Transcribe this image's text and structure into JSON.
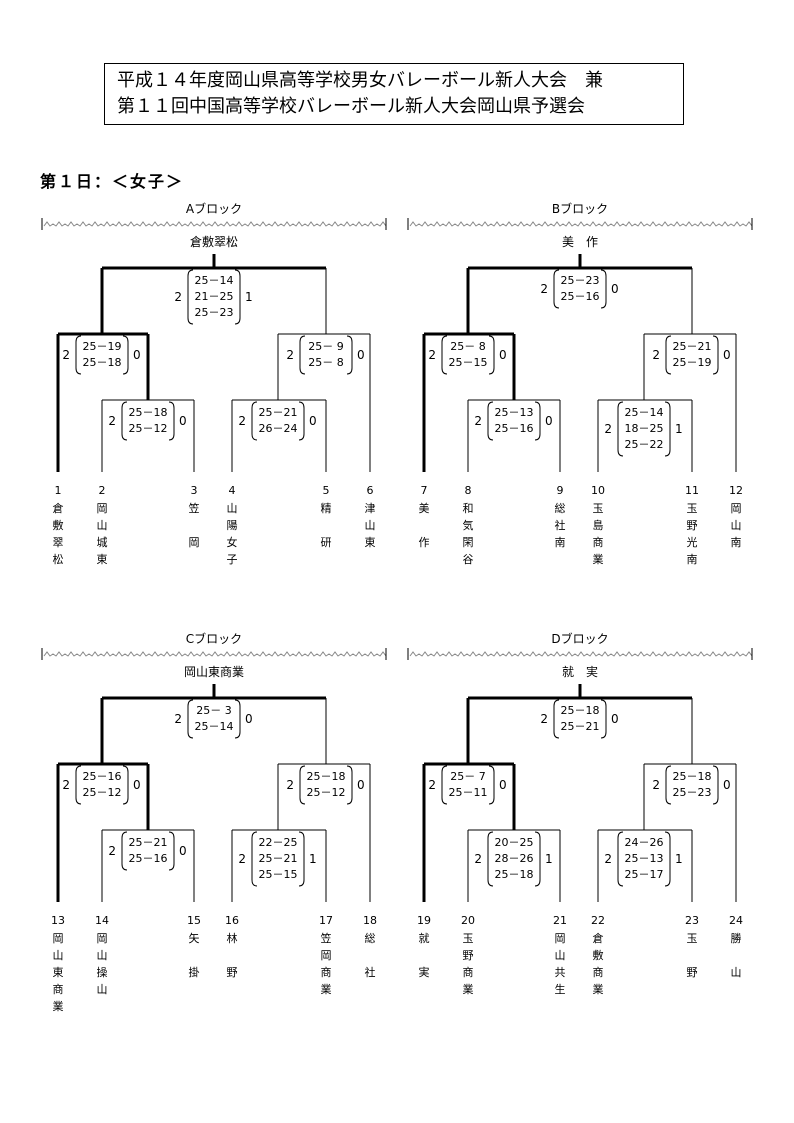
{
  "header": {
    "line1": "平成１４年度岡山県高等学校男女バレーボール新人大会　兼",
    "line2": "第１１回中国高等学校バレーボール新人大会岡山県予選会"
  },
  "day_label": "第１日：＜女子＞",
  "blocks": [
    {
      "name": "Aブロック",
      "winner": "倉敷翠松",
      "final": {
        "left": "2",
        "right": "1",
        "sets": [
          "25－14",
          "21－25",
          "25－23"
        ]
      },
      "semi_left": {
        "left": "2",
        "right": "0",
        "sets": [
          "25－19",
          "25－18"
        ]
      },
      "semi_right": {
        "left": "2",
        "right": "0",
        "sets": [
          "25－ 9",
          "25－ 8"
        ]
      },
      "qf_left": {
        "left": "2",
        "right": "0",
        "sets": [
          "25－18",
          "25－12"
        ]
      },
      "qf_right": {
        "left": "2",
        "right": "0",
        "sets": [
          "25－21",
          "26－24"
        ]
      },
      "teams": [
        {
          "num": "1",
          "chars": [
            "倉",
            "敷",
            "翠",
            "松"
          ]
        },
        {
          "num": "2",
          "chars": [
            "岡",
            "山",
            "城",
            "東"
          ]
        },
        {
          "num": "3",
          "chars": [
            "笠",
            "",
            "岡",
            ""
          ]
        },
        {
          "num": "4",
          "chars": [
            "山",
            "陽",
            "女",
            "子"
          ]
        },
        {
          "num": "5",
          "chars": [
            "精",
            "",
            "研",
            ""
          ]
        },
        {
          "num": "6",
          "chars": [
            "津",
            "山",
            "東",
            ""
          ]
        }
      ]
    },
    {
      "name": "Bブロック",
      "winner": "美　作",
      "final": {
        "left": "2",
        "right": "0",
        "sets": [
          "25－23",
          "25－16"
        ]
      },
      "semi_left": {
        "left": "2",
        "right": "0",
        "sets": [
          "25－ 8",
          "25－15"
        ]
      },
      "semi_right": {
        "left": "2",
        "right": "0",
        "sets": [
          "25－21",
          "25－19"
        ]
      },
      "qf_left": {
        "left": "2",
        "right": "0",
        "sets": [
          "25－13",
          "25－16"
        ]
      },
      "qf_right": {
        "left": "2",
        "right": "1",
        "sets": [
          "25－14",
          "18－25",
          "25－22"
        ]
      },
      "teams": [
        {
          "num": "7",
          "chars": [
            "美",
            "",
            "作",
            ""
          ]
        },
        {
          "num": "8",
          "chars": [
            "和",
            "気",
            "閑",
            "谷"
          ]
        },
        {
          "num": "9",
          "chars": [
            "総",
            "社",
            "南",
            ""
          ]
        },
        {
          "num": "10",
          "chars": [
            "玉",
            "島",
            "商",
            "業"
          ]
        },
        {
          "num": "11",
          "chars": [
            "玉",
            "野",
            "光",
            "南"
          ]
        },
        {
          "num": "12",
          "chars": [
            "岡",
            "山",
            "南",
            ""
          ]
        }
      ]
    },
    {
      "name": "Cブロック",
      "winner": "岡山東商業",
      "final": {
        "left": "2",
        "right": "0",
        "sets": [
          "25－ 3",
          "25－14"
        ]
      },
      "semi_left": {
        "left": "2",
        "right": "0",
        "sets": [
          "25－16",
          "25－12"
        ]
      },
      "semi_right": {
        "left": "2",
        "right": "0",
        "sets": [
          "25－18",
          "25－12"
        ]
      },
      "qf_left": {
        "left": "2",
        "right": "0",
        "sets": [
          "25－21",
          "25－16"
        ]
      },
      "qf_right": {
        "left": "2",
        "right": "1",
        "sets": [
          "22－25",
          "25－21",
          "25－15"
        ]
      },
      "teams": [
        {
          "num": "13",
          "chars": [
            "岡",
            "山",
            "東",
            "商",
            "業"
          ]
        },
        {
          "num": "14",
          "chars": [
            "岡",
            "山",
            "操",
            "山"
          ]
        },
        {
          "num": "15",
          "chars": [
            "矢",
            "",
            "掛",
            ""
          ]
        },
        {
          "num": "16",
          "chars": [
            "林",
            "",
            "野",
            ""
          ]
        },
        {
          "num": "17",
          "chars": [
            "笠",
            "岡",
            "商",
            "業"
          ]
        },
        {
          "num": "18",
          "chars": [
            "総",
            "",
            "社",
            ""
          ]
        }
      ]
    },
    {
      "name": "Dブロック",
      "winner": "就　実",
      "final": {
        "left": "2",
        "right": "0",
        "sets": [
          "25－18",
          "25－21"
        ]
      },
      "semi_left": {
        "left": "2",
        "right": "0",
        "sets": [
          "25－ 7",
          "25－11"
        ]
      },
      "semi_right": {
        "left": "2",
        "right": "0",
        "sets": [
          "25－18",
          "25－23"
        ]
      },
      "qf_left": {
        "left": "2",
        "right": "1",
        "sets": [
          "20－25",
          "28－26",
          "25－18"
        ]
      },
      "qf_right": {
        "left": "2",
        "right": "1",
        "sets": [
          "24－26",
          "25－13",
          "25－17"
        ]
      },
      "teams": [
        {
          "num": "19",
          "chars": [
            "就",
            "",
            "実",
            ""
          ]
        },
        {
          "num": "20",
          "chars": [
            "玉",
            "野",
            "商",
            "業"
          ]
        },
        {
          "num": "21",
          "chars": [
            "岡",
            "山",
            "共",
            "生"
          ]
        },
        {
          "num": "22",
          "chars": [
            "倉",
            "敷",
            "商",
            "業"
          ]
        },
        {
          "num": "23",
          "chars": [
            "玉",
            "",
            "野",
            ""
          ]
        },
        {
          "num": "24",
          "chars": [
            "勝",
            "",
            "山",
            ""
          ]
        }
      ]
    }
  ]
}
